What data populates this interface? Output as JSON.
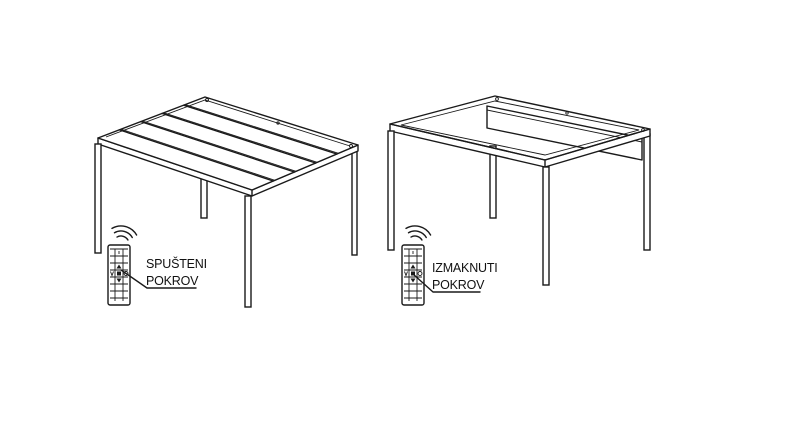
{
  "left_panel": {
    "label": [
      "SPUŠTENI",
      "POKROV"
    ]
  },
  "right_panel": {
    "label": [
      "IZMAKNUTI",
      "POKROV"
    ]
  },
  "icons": {
    "signal": "wireless-signal-icon",
    "remote": "remote-control-icon"
  },
  "colors": {
    "line": "#1a1a1a",
    "background": "#ffffff"
  }
}
